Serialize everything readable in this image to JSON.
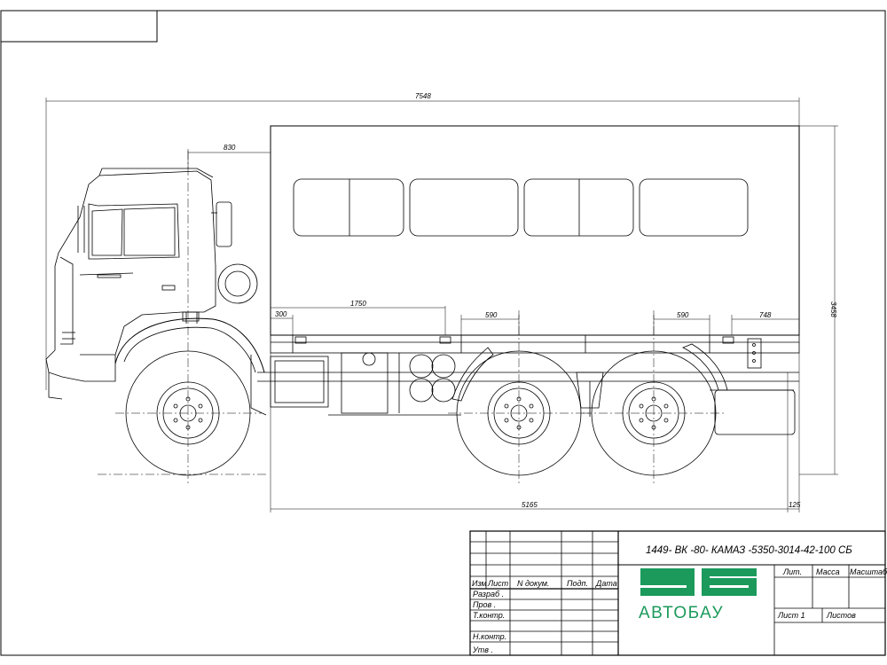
{
  "dimensions": {
    "overall_length": "7548",
    "cab_to_body": "830",
    "body_height": "3458",
    "step_300": "300",
    "step_1750": "1750",
    "axle_590a": "590",
    "axle_590b": "590",
    "rear_748": "748",
    "body_length": "5165",
    "rear_125": "125"
  },
  "title_block": {
    "designation": "1449- ВК -80- КАМАЗ -5350-3014-42-100 СБ",
    "col_izm": "Изм",
    "col_list": "Лист",
    "col_doc": "N докум.",
    "col_sign": "Подп.",
    "col_date": "Дата",
    "razrab": "Разраб .",
    "prov": "Пров .",
    "tkontr": "Т.контр.",
    "nkontr": "Н.контр.",
    "utv": "Утв .",
    "lit": "Лит.",
    "massa": "Масса",
    "masshtab": "Масштаб",
    "sheet": "Лист 1",
    "sheets": "Листов"
  },
  "logo": {
    "text": "АВТОБАУ",
    "color": "#1b9a5c"
  }
}
